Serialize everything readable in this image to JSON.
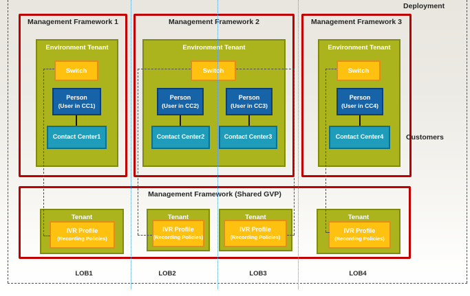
{
  "page": {
    "deployment_label": "Deployment",
    "customers_label": "Customers"
  },
  "frameworks": [
    {
      "title": "Management Framework 1",
      "environment_tenant": "Environment Tenant",
      "switch": "Switch",
      "persons": [
        {
          "line1": "Person",
          "line2": "(User in CC1)"
        }
      ],
      "contact_centers": [
        "Contact Center1"
      ]
    },
    {
      "title": "Management Framework 2",
      "environment_tenant": "Environment Tenant",
      "switch": "Switch",
      "persons": [
        {
          "line1": "Person",
          "line2": "(User in CC2)"
        },
        {
          "line1": "Person",
          "line2": "(User in CC3)"
        }
      ],
      "contact_centers": [
        "Contact Center2",
        "Contact Center3"
      ]
    },
    {
      "title": "Management Framework 3",
      "environment_tenant": "Environment Tenant",
      "switch": "Switch",
      "persons": [
        {
          "line1": "Person",
          "line2": "(User in CC4)"
        }
      ],
      "contact_centers": [
        "Contact Center4"
      ]
    }
  ],
  "shared_gvp": {
    "title": "Management Framework (Shared GVP)",
    "tenants": [
      {
        "label": "Tenant",
        "ivr_line1": "IVR Profile",
        "ivr_line2": "(Recording Policies)"
      },
      {
        "label": "Tenant",
        "ivr_line1": "IVR Profile",
        "ivr_line2": "(Recording Policies)"
      },
      {
        "label": "Tenant",
        "ivr_line1": "IVR Profile",
        "ivr_line2": "(Recording Policies)"
      },
      {
        "label": "Tenant",
        "ivr_line1": "IVR Profile",
        "ivr_line2": "(Recording Policies)"
      }
    ]
  },
  "lobs": [
    "LOB1",
    "LOB2",
    "LOB3",
    "LOB4"
  ],
  "colors": {
    "frame_red": "#c00000",
    "tenant_green": "#abb41c",
    "tenant_green_border": "#7e8a10",
    "orange_fill": "#fec110",
    "orange_border": "#e08d1d",
    "person_blue": "#1763a8",
    "person_blue_border": "#0e3f70",
    "contact_teal": "#1f9cb9",
    "contact_teal_border": "#136f85",
    "guide_blue_dotted": "#5b9bd5",
    "boundary_dash_grey": "#4d4d4d"
  }
}
